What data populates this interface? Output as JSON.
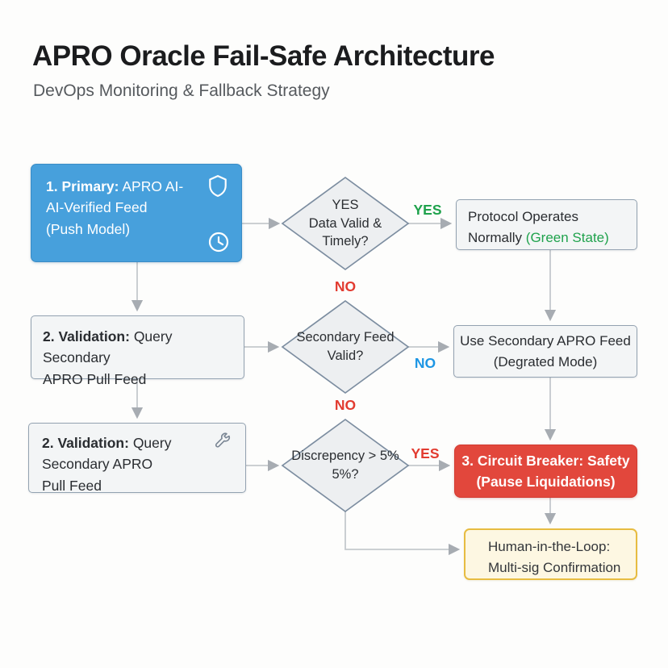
{
  "header": {
    "title": "APRO Oracle Fail-Safe Architecture",
    "subtitle": "DevOps Monitoring & Fallback Strategy"
  },
  "nodes": {
    "primary_feed": {
      "label_bold": "1. Primary:",
      "label_rest": " APRO AI-",
      "line2": "AI-Verified Feed",
      "line3": "(Push Model)",
      "icons": [
        "shield-icon",
        "clock-icon"
      ],
      "fill_color": "#47a0dc"
    },
    "decision_data_valid": {
      "line1": "YES",
      "line2": "Data Valid &",
      "line3": "Timely?"
    },
    "protocol_normal": {
      "line1": "Protocol Operates",
      "line2_prefix": "Normally ",
      "line2_highlight": "(Green State)",
      "highlight_color": "#1fa24c"
    },
    "validation_query": {
      "label_bold": "2. Validation:",
      "label_rest": " Query Secondary",
      "line2": "APRO Pull Feed"
    },
    "decision_secondary_valid": {
      "line1": "Secondary Feed",
      "line2": "Valid?"
    },
    "use_secondary": {
      "line1": "Use Secondary APRO Feed",
      "line2": "(Degrated Mode)"
    },
    "validation_query_2": {
      "label_bold": "2. Validation:",
      "label_rest": " Query",
      "line2": "Secondary APRO",
      "line3": "Pull Feed",
      "icons": [
        "wrench-icon"
      ]
    },
    "decision_discrepancy": {
      "line1": "Discrepency > 5%",
      "line2": "5%?"
    },
    "circuit_breaker": {
      "line1": "3. Circuit Breaker: Safety",
      "line2": "(Pause Liquidations)",
      "fill_color": "#e2473c"
    },
    "human_in_loop": {
      "line1": "Human-in-the-Loop:",
      "line2": "Multi-sig Confirmation",
      "border_color": "#e7bc41"
    }
  },
  "edge_labels": {
    "yes_green": {
      "text": "YES",
      "color": "#1fa24c"
    },
    "no_red_1": {
      "text": "NO",
      "color": "#e23b30"
    },
    "no_blue": {
      "text": "NO",
      "color": "#1d96e4"
    },
    "no_red_2": {
      "text": "NO",
      "color": "#e23b30"
    },
    "yes_red": {
      "text": "YES",
      "color": "#e23b30"
    }
  }
}
